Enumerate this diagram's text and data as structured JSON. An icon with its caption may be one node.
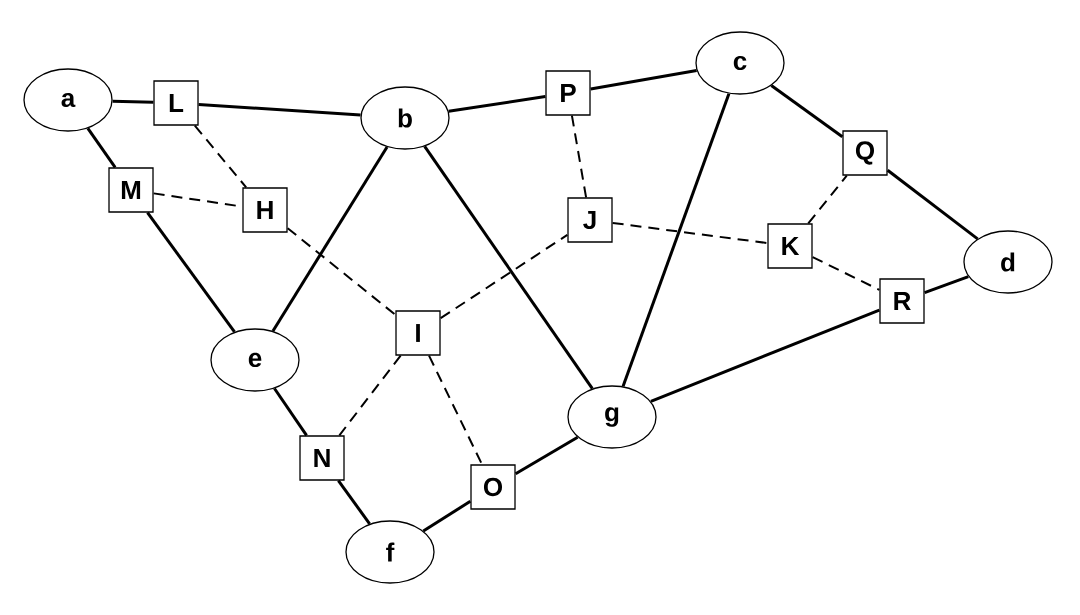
{
  "diagram": {
    "nodes": [
      {
        "text": [
          "c"
        ]
      },
      {
        "text": [
          "a"
        ]
      },
      {
        "text": [
          "P"
        ]
      },
      {
        "text": [
          "L"
        ]
      },
      {
        "text": [
          "b"
        ]
      },
      {
        "text": [
          "Q"
        ]
      },
      {
        "text": [
          "M"
        ]
      },
      {
        "text": [
          "H"
        ]
      },
      {
        "text": [
          "J"
        ]
      },
      {
        "text": [
          "K"
        ]
      },
      {
        "text": [
          "d"
        ]
      },
      {
        "text": [
          "R"
        ]
      },
      {
        "text": [
          "I"
        ]
      },
      {
        "text": [
          "e"
        ]
      },
      {
        "text": [
          "g"
        ]
      },
      {
        "text": [
          "N"
        ]
      },
      {
        "text": [
          "O"
        ]
      },
      {
        "text": [
          "f"
        ]
      }
    ],
    "edges": [
      {
        "from": 1,
        "to": 3,
        "arrow": "none"
      },
      {
        "from": 3,
        "to": 4,
        "arrow": "none"
      },
      {
        "from": 4,
        "to": 2,
        "arrow": "none"
      },
      {
        "from": 2,
        "to": 0,
        "arrow": "none"
      },
      {
        "from": 0,
        "to": 5,
        "arrow": "none"
      },
      {
        "from": 5,
        "to": 10,
        "arrow": "none"
      },
      {
        "from": 10,
        "to": 11,
        "arrow": "none"
      },
      {
        "from": 11,
        "to": 14,
        "arrow": "none"
      },
      {
        "from": 14,
        "to": 0,
        "arrow": "none"
      },
      {
        "from": 4,
        "to": 14,
        "arrow": "none"
      },
      {
        "from": 4,
        "to": 13,
        "arrow": "none"
      },
      {
        "from": 1,
        "to": 6,
        "arrow": "none"
      },
      {
        "from": 6,
        "to": 13,
        "arrow": "none"
      },
      {
        "from": 13,
        "to": 15,
        "arrow": "none"
      },
      {
        "from": 15,
        "to": 17,
        "arrow": "none"
      },
      {
        "from": 17,
        "to": 16,
        "arrow": "none"
      },
      {
        "from": 16,
        "to": 14,
        "arrow": "none"
      },
      {
        "from": 3,
        "to": 7,
        "arrow": "none",
        "style": "dashed"
      },
      {
        "from": 6,
        "to": 7,
        "arrow": "none",
        "style": "dashed"
      },
      {
        "from": 7,
        "to": 12,
        "arrow": "none",
        "style": "dashed"
      },
      {
        "from": 12,
        "to": 8,
        "arrow": "none",
        "style": "dashed"
      },
      {
        "from": 8,
        "to": 2,
        "arrow": "none",
        "style": "dashed"
      },
      {
        "from": 8,
        "to": 9,
        "arrow": "none",
        "style": "dashed"
      },
      {
        "from": 9,
        "to": 5,
        "arrow": "none",
        "style": "dashed"
      },
      {
        "from": 9,
        "to": 11,
        "arrow": "none",
        "style": "dashed"
      },
      {
        "from": 12,
        "to": 15,
        "arrow": "none",
        "style": "dashed"
      },
      {
        "from": 12,
        "to": 16,
        "arrow": "none",
        "style": "dashed"
      }
    ]
  }
}
